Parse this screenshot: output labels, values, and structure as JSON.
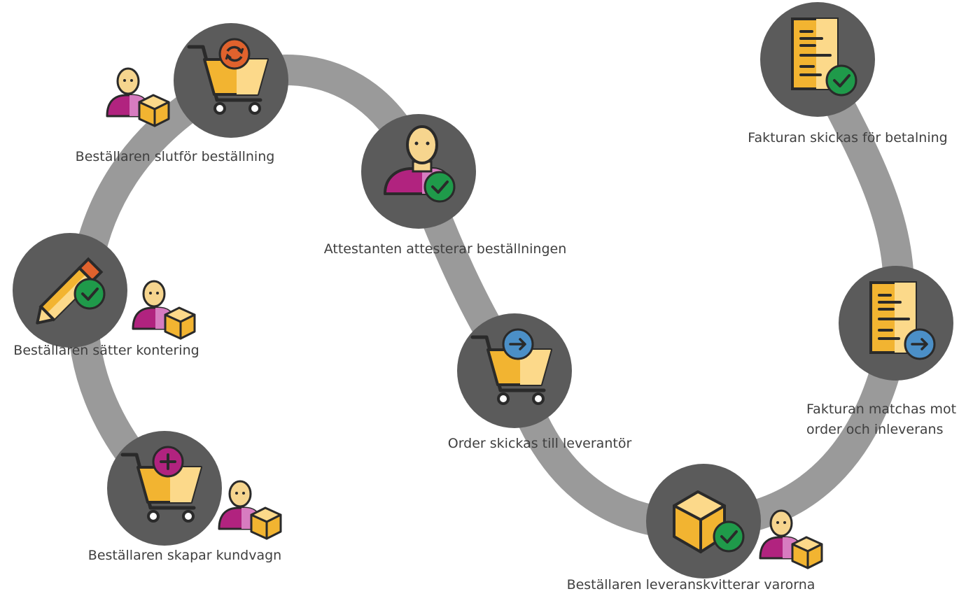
{
  "colors": {
    "track": "#9a9a9a",
    "circle": "#5b5b5b",
    "cart": "#f2b431",
    "cart_light": "#fcd98a",
    "outline": "#2a2a2a",
    "skin": "#f6d58e",
    "shirt": "#b1237f",
    "shirt_light": "#d77cc0",
    "box": "#f2b431",
    "check": "#1f9a4a",
    "arrow": "#4b8fc7",
    "refresh": "#e0622d"
  },
  "steps": [
    {
      "id": "create-cart",
      "label": "Beställaren skapar kundvagn",
      "icon": "cart-add-icon",
      "badge_icon": "orderer-icon"
    },
    {
      "id": "set-accounting",
      "label": "Beställaren sätter kontering",
      "icon": "pencil-check-icon",
      "badge_icon": "orderer-icon"
    },
    {
      "id": "complete-order",
      "label": "Beställaren slutför beställning",
      "icon": "cart-refresh-icon",
      "badge_icon": "orderer-icon"
    },
    {
      "id": "approve",
      "label": "Attestanten attesterar beställningen",
      "icon": "approver-check-icon"
    },
    {
      "id": "send-order",
      "label": "Order skickas till leverantör",
      "icon": "cart-arrow-icon"
    },
    {
      "id": "receive-goods",
      "label": "Beställaren leveranskvitterar varorna",
      "icon": "box-check-icon",
      "badge_icon": "orderer-icon"
    },
    {
      "id": "match-invoice",
      "label_lines": [
        "Fakturan matchas mot",
        "order och inleverans"
      ],
      "icon": "invoice-arrow-icon"
    },
    {
      "id": "send-invoice",
      "label": "Fakturan skickas för betalning",
      "icon": "invoice-check-icon"
    }
  ]
}
